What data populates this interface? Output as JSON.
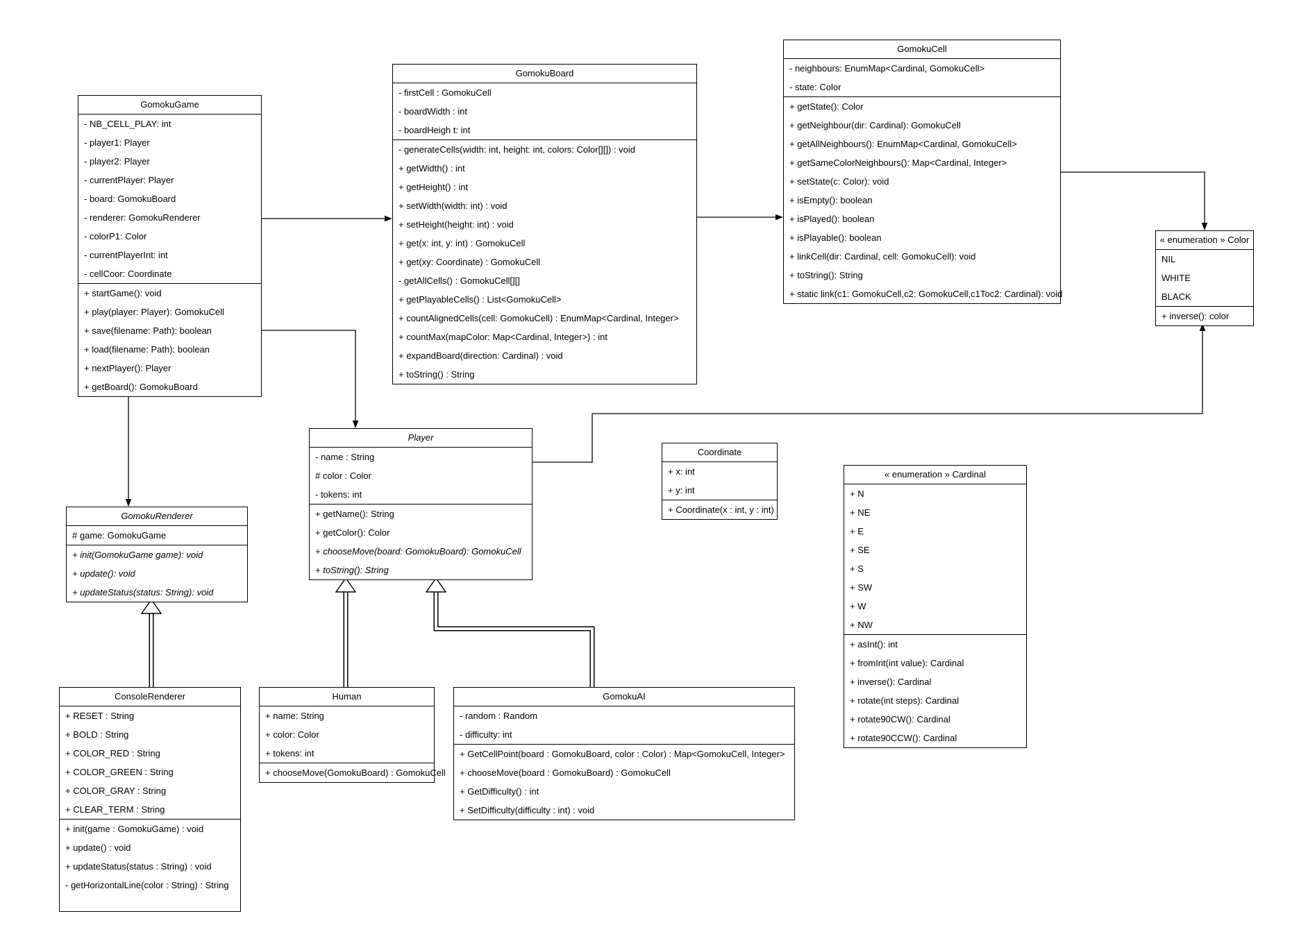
{
  "classes": {
    "gomokuGame": {
      "title": "GomokuGame",
      "attributes": [
        "- NB_CELL_PLAY: int",
        "- player1: Player",
        "- player2: Player",
        "- currentPlayer: Player",
        "- board: GomokuBoard",
        "- renderer: GomokuRenderer",
        "- colorP1: Color",
        "- currentPlayerInt: int",
        "- cellCoor: Coordinate"
      ],
      "methods": [
        "+ startGame(): void",
        "+ play(player: Player): GomokuCell",
        "+ save(filename: Path): boolean",
        "+ load(filename: Path): boolean",
        "+ nextPlayer(): Player",
        "+ getBoard(): GomokuBoard"
      ]
    },
    "gomokuBoard": {
      "title": "GomokuBoard",
      "attributes": [
        "- firstCell : GomokuCell",
        "- boardWidth : int",
        "- boardHeigh t: int"
      ],
      "methods": [
        "- generateCells(width: int, height: int, colors: Color[][]) : void",
        "+ getWidth() : int",
        "+ getHeight() : int",
        "+ setWidth(width: int) : void",
        "+ setHeight(height: int) : void",
        "+ get(x: int, y: int) : GomokuCell",
        "+ get(xy: Coordinate) : GomokuCell",
        "- getAllCells() : GomokuCell[][]",
        "+ getPlayableCells() : List<GomokuCell>",
        "+ countAlignedCells(cell: GomokuCell) : EnumMap<Cardinal, Integer>",
        "+ countMax(mapColor: Map<Cardinal, Integer>) : int",
        "+ expandBoard(direction: Cardinal) : void",
        "+ toString() : String"
      ]
    },
    "gomokuCell": {
      "title": "GomokuCell",
      "attributes": [
        "- neighbours: EnumMap<Cardinal, GomokuCell>",
        "- state: Color"
      ],
      "methods": [
        "+ getState(): Color",
        "+ getNeighbour(dir: Cardinal): GomokuCell",
        "+ getAllNeighbours(): EnumMap<Cardinal, GomokuCell>",
        "+ getSameColorNeighbours(): Map<Cardinal, Integer>",
        "+ setState(c: Color): void",
        "+ isEmpty(): boolean",
        "+ isPlayed(): boolean",
        "+ isPlayable(): boolean",
        "+ linkCell(dir: Cardinal, cell: GomokuCell): void",
        "+ toString(): String",
        "+ static link(c1: GomokuCell,c2: GomokuCell,c1Toc2: Cardinal): void"
      ]
    },
    "colorEnum": {
      "title": "« enumeration » Color",
      "values": [
        "NIL",
        "WHITE",
        "BLACK"
      ],
      "methods": [
        "+ inverse(): color"
      ]
    },
    "player": {
      "title": "Player",
      "attributes": [
        "- name : String",
        "# color : Color",
        "- tokens: int"
      ],
      "methods": [
        "+ getName(): String",
        "+ getColor(): Color",
        {
          "t": "+ chooseMove(board: GomokuBoard): GomokuCell",
          "i": true
        },
        {
          "t": "+ toString(): String",
          "i": true
        }
      ]
    },
    "coordinate": {
      "title": "Coordinate",
      "attributes": [
        "+ x: int",
        "+ y: int"
      ],
      "methods": [
        "+ Coordinate(x : int, y : int)"
      ]
    },
    "cardinalEnum": {
      "title": "« enumeration » Cardinal",
      "values": [
        "+ N",
        "+ NE",
        "+ E",
        "+ SE",
        "+ S",
        "+ SW",
        "+ W",
        "+ NW"
      ],
      "methods": [
        "+ asInt(): int",
        "+ fromInt(int value): Cardinal",
        "+ inverse(): Cardinal",
        "+ rotate(int steps): Cardinal",
        "+ rotate90CW(): Cardinal",
        "+ rotate90CCW(): Cardinal"
      ]
    },
    "gomokuRenderer": {
      "title": "GomokuRenderer",
      "attributes": [
        "# game: GomokuGame"
      ],
      "methods": [
        {
          "t": "+ init(GomokuGame game): void",
          "i": true
        },
        {
          "t": "+ update(): void",
          "i": true
        },
        {
          "t": "+ updateStatus(status: String): void",
          "i": true
        }
      ]
    },
    "consoleRenderer": {
      "title": "ConsoleRenderer",
      "attributes": [
        "+ RESET : String",
        "+ BOLD : String",
        "+ COLOR_RED : String",
        "+ COLOR_GREEN : String",
        "+ COLOR_GRAY : String",
        "+ CLEAR_TERM : String"
      ],
      "methods": [
        "+ init(game : GomokuGame) : void",
        "+ update() : void",
        "+ updateStatus(status : String) : void",
        "- getHorizontalLine(color : String) : String"
      ]
    },
    "human": {
      "title": "Human",
      "attributes": [
        "+ name: String",
        "+ color: Color",
        "+ tokens: int"
      ],
      "methods": [
        "+ chooseMove(GomokuBoard) : GomokuCell"
      ]
    },
    "gomokuAI": {
      "title": "GomokuAI",
      "attributes": [
        "- random : Random",
        "- difficulty: int"
      ],
      "methods": [
        "+ GetCellPoint(board : GomokuBoard, color : Color) : Map<GomokuCell, Integer>",
        "+ chooseMove(board : GomokuBoard) : GomokuCell",
        "+ GetDifficulty() : int",
        "+ SetDifficulty(difficulty : int) : void"
      ]
    }
  },
  "relations": [
    {
      "from": "GomokuGame",
      "to": "GomokuBoard",
      "type": "association"
    },
    {
      "from": "GomokuGame",
      "to": "Player",
      "type": "association"
    },
    {
      "from": "GomokuGame",
      "to": "GomokuRenderer",
      "type": "association"
    },
    {
      "from": "GomokuBoard",
      "to": "GomokuCell",
      "type": "association"
    },
    {
      "from": "GomokuCell",
      "to": "Color",
      "type": "association"
    },
    {
      "from": "Player",
      "to": "Color",
      "type": "association"
    },
    {
      "from": "Human",
      "to": "Player",
      "type": "inheritance"
    },
    {
      "from": "GomokuAI",
      "to": "Player",
      "type": "inheritance"
    },
    {
      "from": "ConsoleRenderer",
      "to": "GomokuRenderer",
      "type": "inheritance"
    }
  ],
  "colors": {
    "line": "#000000",
    "box_fill": "#ffffff",
    "background": "#ffffff"
  }
}
